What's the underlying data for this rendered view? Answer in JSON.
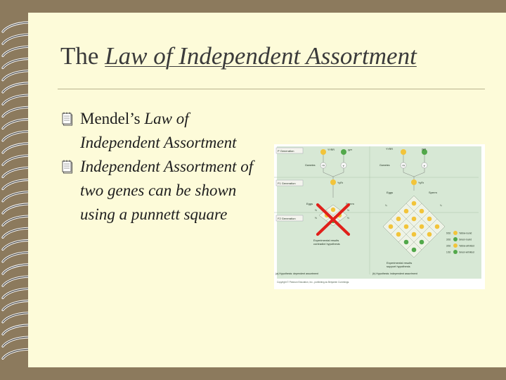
{
  "slide": {
    "title_plain": "The",
    "title_emphasis": "Law of Independent Assortment",
    "bullet_icon": "notepad-icon",
    "bullets": [
      {
        "text_plain": "Mendel’s",
        "text_emphasis": "Law of Independent Assortment"
      },
      {
        "text_plain": "",
        "text_emphasis": "Independent Assortment of two genes can be shown using a punnett square"
      }
    ]
  },
  "figure": {
    "left": {
      "row_labels": [
        "P Generation",
        "F1 Generation",
        "F2 Generation"
      ],
      "parent_1": "YYRR",
      "parent_2": "yyrr",
      "gametes_label": "Gametes",
      "gamete_1": "YR",
      "gamete_2": "yr",
      "f1_genotype": "YyRr",
      "eggs_label": "Eggs",
      "sperm_label": "Sperm",
      "egg_fractions": [
        "½",
        "½"
      ],
      "sperm_fractions": [
        "½",
        "½"
      ],
      "result_text": [
        "Experimental results",
        "contradict hypothesis"
      ],
      "caption": "(a) Hypothesis: dependent assortment"
    },
    "right": {
      "parent_1": "YYRR",
      "parent_2": "yyrr",
      "gametes_label": "Gametes",
      "gamete_1": "YR",
      "gamete_2": "yr",
      "f1_genotype": "YyRr",
      "eggs_label": "Eggs",
      "sperm_label": "Sperm",
      "gamete_fraction": "¼",
      "ratios": [
        "9/16",
        "3/16",
        "3/16",
        "1/16"
      ],
      "phenotypes": [
        "Yellow-round",
        "Green-round",
        "Yellow-wrinkled",
        "Green-wrinkled"
      ],
      "result_text": [
        "Experimental results",
        "support hypothesis"
      ],
      "caption": "(b) Hypothesis: independent assortment"
    },
    "copyright": "Copyright © Pearson Education, Inc., publishing as Benjamin Cummings.",
    "colors": {
      "yellow_seed": "#f2c43a",
      "green_seed": "#52a84a",
      "x_mark": "#e0201a",
      "panel": "#d7e8d5"
    }
  }
}
